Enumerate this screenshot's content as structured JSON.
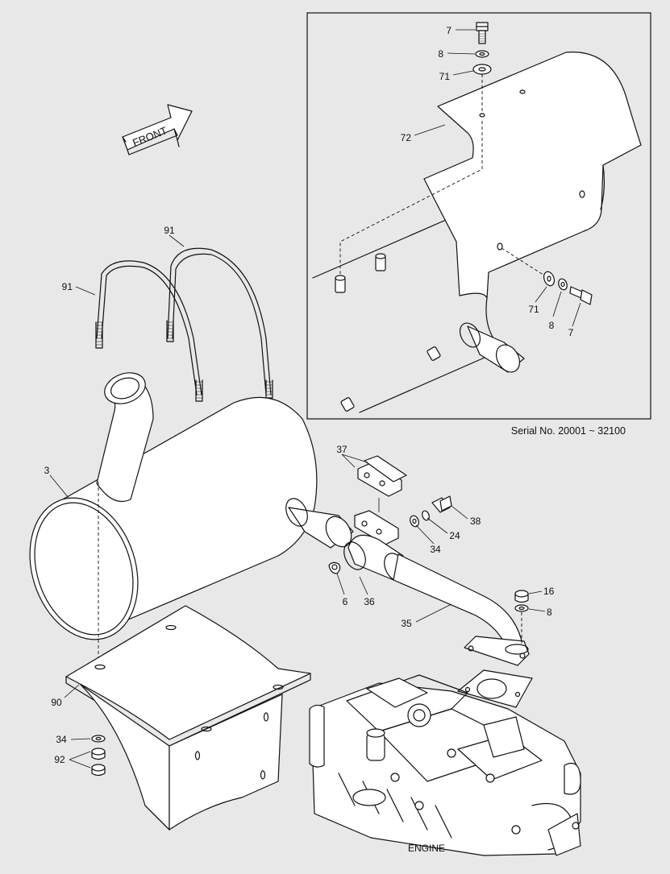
{
  "diagram": {
    "front_label": "FRONT",
    "serial_note": "Serial No. 20001 ~ 32100",
    "engine_label": "ENGINE",
    "callouts": {
      "inset_7_top": "7",
      "inset_8_top": "8",
      "inset_71_top": "71",
      "inset_72": "72",
      "inset_71_bottom": "71",
      "inset_8_bottom": "8",
      "inset_7_bottom": "7",
      "u_bolt_left": "91",
      "u_bolt_top": "91",
      "muffler": "3",
      "clamp_plates": "37",
      "bolt_38": "38",
      "washer_24": "24",
      "washer_34_right": "34",
      "nut_6": "6",
      "clamp_36": "36",
      "nut_16": "16",
      "washer_8_right": "8",
      "exhaust_pipe": "35",
      "bracket": "90",
      "washer_34_bottom": "34",
      "nut_92": "92"
    }
  }
}
